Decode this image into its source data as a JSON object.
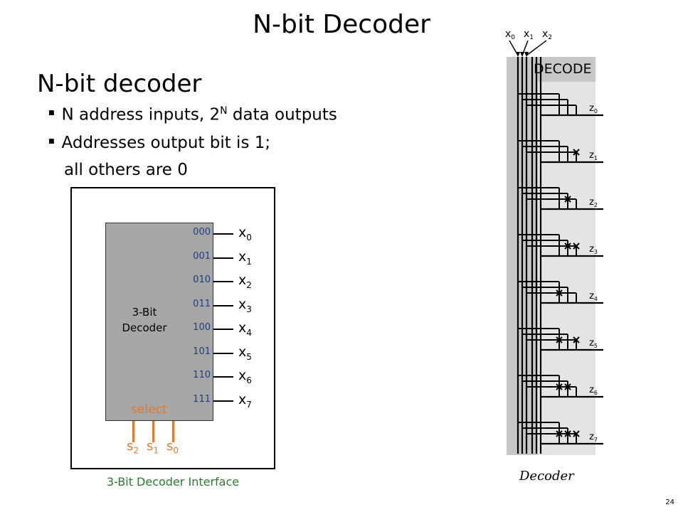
{
  "slide": {
    "title": "N-bit Decoder",
    "heading": "N-bit decoder",
    "bullets": {
      "b1_prefix": "N address inputs, 2",
      "b1_sup": "N",
      "b1_suffix": " data outputs",
      "b2_line1": "Addresses output bit is 1;",
      "b2_line2": "all others are 0"
    },
    "bullet_marker": "■",
    "page_number": "24"
  },
  "interface_figure": {
    "decoder_label_line1": "3-Bit",
    "decoder_label_line2": "Decoder",
    "outputs": [
      {
        "code": "000",
        "name": "x",
        "sub": "0"
      },
      {
        "code": "001",
        "name": "x",
        "sub": "1"
      },
      {
        "code": "010",
        "name": "x",
        "sub": "2"
      },
      {
        "code": "011",
        "name": "x",
        "sub": "3"
      },
      {
        "code": "100",
        "name": "x",
        "sub": "4"
      },
      {
        "code": "101",
        "name": "x",
        "sub": "5"
      },
      {
        "code": "110",
        "name": "x",
        "sub": "6"
      },
      {
        "code": "111",
        "name": "x",
        "sub": "7"
      }
    ],
    "select_label": "select",
    "selects": [
      {
        "name": "s",
        "sub": "2"
      },
      {
        "name": "s",
        "sub": "1"
      },
      {
        "name": "s",
        "sub": "0"
      }
    ],
    "caption": "3-Bit Decoder Interface"
  },
  "decoder_diagram": {
    "inputs": [
      {
        "name": "x",
        "sub": "0"
      },
      {
        "name": "x",
        "sub": "1"
      },
      {
        "name": "x",
        "sub": "2"
      }
    ],
    "header": "DECODE",
    "outputs": [
      {
        "name": "z",
        "sub": "0"
      },
      {
        "name": "z",
        "sub": "1"
      },
      {
        "name": "z",
        "sub": "2"
      },
      {
        "name": "z",
        "sub": "3"
      },
      {
        "name": "z",
        "sub": "4"
      },
      {
        "name": "z",
        "sub": "5"
      },
      {
        "name": "z",
        "sub": "6"
      },
      {
        "name": "z",
        "sub": "7"
      }
    ],
    "caption": "Decoder"
  },
  "colors": {
    "code_blue": "#1a3e8a",
    "select_orange": "#e07b2a",
    "caption_green": "#2f7a2f",
    "decoder_gray": "#a6a6a6"
  }
}
